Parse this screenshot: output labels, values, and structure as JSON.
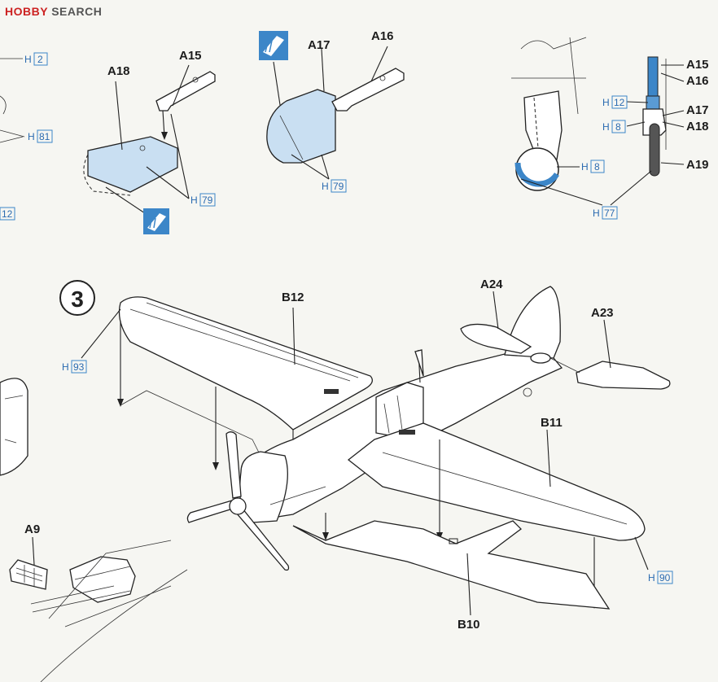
{
  "watermark": {
    "brand_part1": "HOBBY",
    "brand_part2": "SEARCH"
  },
  "step_number": "3",
  "paint_ref_prefix": "H",
  "paint_ref_color": "#3c86c8",
  "paint_icon": "paint-brush-icon",
  "part_labels": {
    "a15_top": "A15",
    "a18": "A18",
    "a17_top": "A17",
    "a16_top": "A16",
    "a15_gear": "A15",
    "a16_gear": "A16",
    "a17_gear": "A17",
    "a18_gear": "A18",
    "a19_gear": "A19",
    "b12": "B12",
    "a24": "A24",
    "a23": "A23",
    "b11": "B11",
    "b10": "B10",
    "a9": "A9"
  },
  "paint_refs": {
    "left_2": "2",
    "left_81": "81",
    "left_12": "12",
    "a18_79": "79",
    "a17_79": "79",
    "gear_12": "12",
    "gear_8_upper": "8",
    "gear_8_lower": "8",
    "gear_77": "77",
    "wing_93": "93",
    "wing_90": "90"
  }
}
